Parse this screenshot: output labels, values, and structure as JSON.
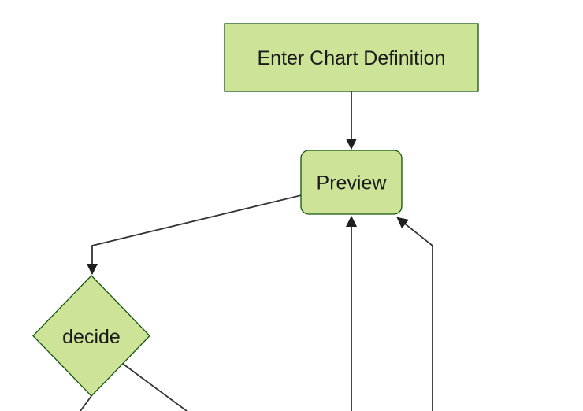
{
  "diagram": {
    "type": "flowchart",
    "direction": "top-down",
    "background_color": "#ffffff",
    "node_fill_color": "#cde498",
    "node_border_color": "#13540c",
    "edge_color": "#333333",
    "arrowhead_color": "#1f1f1f",
    "label_color": "#1a1a1a",
    "nodes": [
      {
        "id": "enter-chart-definition",
        "label": "Enter Chart Definition",
        "shape": "rectangle"
      },
      {
        "id": "preview",
        "label": "Preview",
        "shape": "rounded-rectangle"
      },
      {
        "id": "decide",
        "label": "decide",
        "shape": "diamond"
      }
    ],
    "edges": [
      {
        "from": "enter-chart-definition",
        "to": "preview",
        "arrowhead": true
      },
      {
        "from": "preview",
        "to": "decide",
        "arrowhead": true
      },
      {
        "from": "offscreen-bottom-center",
        "to": "preview",
        "arrowhead": true
      },
      {
        "from": "offscreen-bottom-right",
        "to": "preview",
        "arrowhead": true
      },
      {
        "from": "decide",
        "to": "offscreen-bottom-left",
        "arrowhead": false
      },
      {
        "from": "decide",
        "to": "offscreen-bottom-right",
        "arrowhead": false
      }
    ]
  }
}
